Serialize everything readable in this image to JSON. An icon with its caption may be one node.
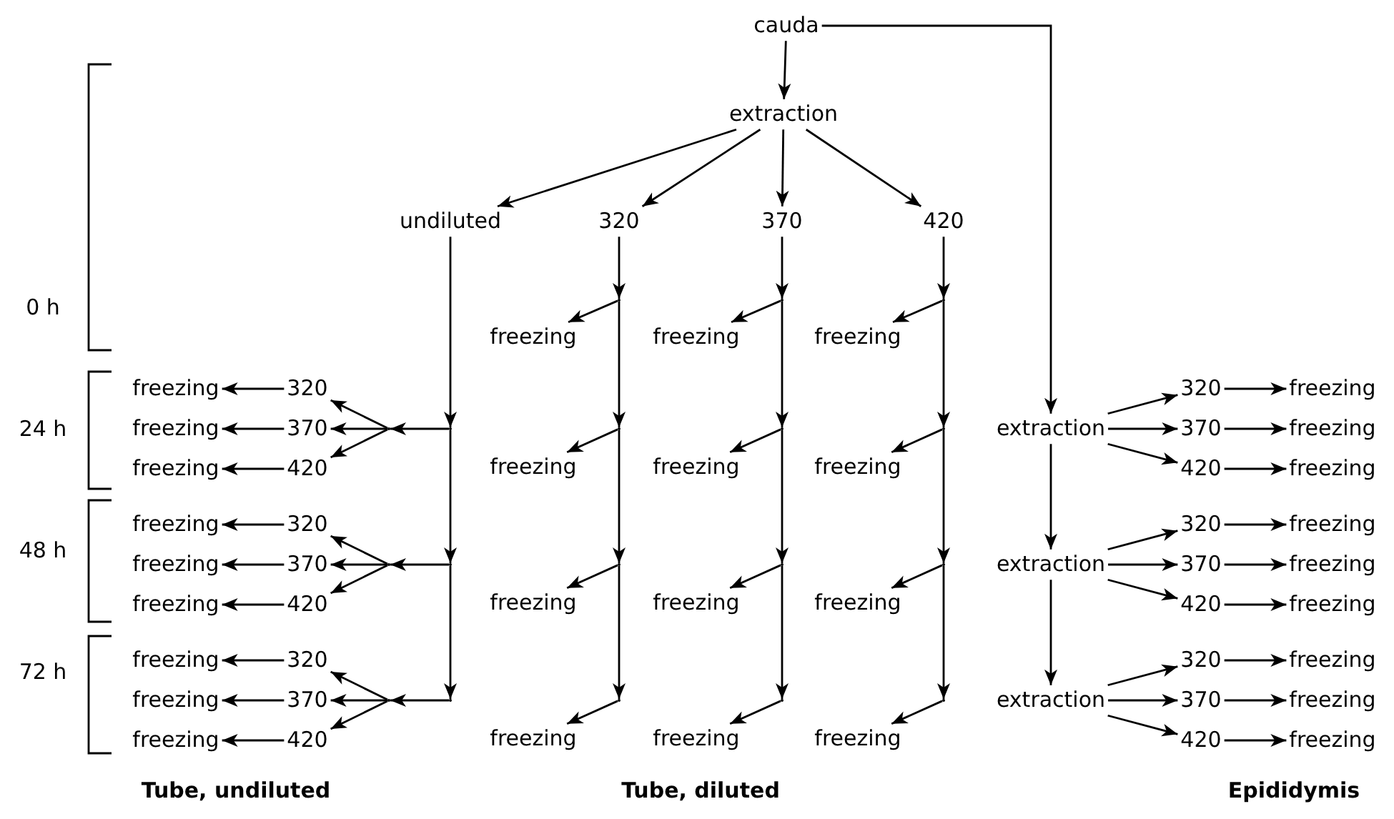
{
  "diagram": {
    "nodes": [
      {
        "text": [
          "cauda"
        ]
      },
      {
        "text": [
          "extraction"
        ]
      },
      {
        "text": [
          "undiluted"
        ]
      },
      {
        "text": [
          "320"
        ]
      },
      {
        "text": [
          "370"
        ]
      },
      {
        "text": [
          "420"
        ]
      },
      {
        "text": [],
        "shape": "point"
      },
      {
        "text": [
          "freezing"
        ]
      },
      {
        "text": [],
        "shape": "point"
      },
      {
        "text": [
          "freezing"
        ]
      },
      {
        "text": [],
        "shape": "point"
      },
      {
        "text": [
          "freezing"
        ]
      },
      {
        "text": [
          "freezing"
        ]
      },
      {
        "text": [
          "320"
        ]
      },
      {
        "text": [
          "freezing"
        ]
      },
      {
        "text": [
          "370"
        ]
      },
      {
        "text": [
          "freezing"
        ]
      },
      {
        "text": [
          "420"
        ]
      },
      {
        "text": [],
        "shape": "point"
      },
      {
        "text": [],
        "shape": "point"
      },
      {
        "text": [],
        "shape": "point"
      },
      {
        "text": [
          "freezing"
        ]
      },
      {
        "text": [],
        "shape": "point"
      },
      {
        "text": [
          "freezing"
        ]
      },
      {
        "text": [],
        "shape": "point"
      },
      {
        "text": [
          "freezing"
        ]
      },
      {
        "text": [
          "extraction"
        ]
      },
      {
        "text": [
          "320"
        ]
      },
      {
        "text": [
          "freezing"
        ]
      },
      {
        "text": [
          "370"
        ]
      },
      {
        "text": [
          "freezing"
        ]
      },
      {
        "text": [
          "420"
        ]
      },
      {
        "text": [
          "freezing"
        ]
      },
      {
        "text": [
          "freezing"
        ]
      },
      {
        "text": [
          "320"
        ]
      },
      {
        "text": [
          "freezing"
        ]
      },
      {
        "text": [
          "370"
        ]
      },
      {
        "text": [
          "freezing"
        ]
      },
      {
        "text": [
          "420"
        ]
      },
      {
        "text": [],
        "shape": "point"
      },
      {
        "text": [],
        "shape": "point"
      },
      {
        "text": [],
        "shape": "point"
      },
      {
        "text": [
          "freezing"
        ]
      },
      {
        "text": [],
        "shape": "point"
      },
      {
        "text": [
          "freezing"
        ]
      },
      {
        "text": [],
        "shape": "point"
      },
      {
        "text": [
          "freezing"
        ]
      },
      {
        "text": [
          "extraction"
        ]
      },
      {
        "text": [
          "320"
        ]
      },
      {
        "text": [
          "freezing"
        ]
      },
      {
        "text": [
          "370"
        ]
      },
      {
        "text": [
          "freezing"
        ]
      },
      {
        "text": [
          "420"
        ]
      },
      {
        "text": [
          "freezing"
        ]
      },
      {
        "text": [
          "freezing"
        ]
      },
      {
        "text": [
          "320"
        ]
      },
      {
        "text": [
          "freezing"
        ]
      },
      {
        "text": [
          "370"
        ]
      },
      {
        "text": [
          "freezing"
        ]
      },
      {
        "text": [
          "420"
        ]
      },
      {
        "text": [],
        "shape": "point"
      },
      {
        "text": [],
        "shape": "point"
      },
      {
        "text": [],
        "shape": "point"
      },
      {
        "text": [
          "freezing"
        ]
      },
      {
        "text": [],
        "shape": "point"
      },
      {
        "text": [
          "freezing"
        ]
      },
      {
        "text": [],
        "shape": "point"
      },
      {
        "text": [
          "freezing"
        ]
      },
      {
        "text": [
          "extraction"
        ]
      },
      {
        "text": [
          "320"
        ]
      },
      {
        "text": [
          "freezing"
        ]
      },
      {
        "text": [
          "370"
        ]
      },
      {
        "text": [
          "freezing"
        ]
      },
      {
        "text": [
          "420"
        ]
      },
      {
        "text": [
          "freezing"
        ]
      }
    ],
    "edges": [
      {
        "from": 0,
        "to": 1,
        "arrow": "to"
      },
      {
        "from": 0,
        "to": 26,
        "arrow": "to"
      },
      {
        "from": 1,
        "to": 2,
        "arrow": "to"
      },
      {
        "from": 1,
        "to": 3,
        "arrow": "to"
      },
      {
        "from": 1,
        "to": 4,
        "arrow": "to"
      },
      {
        "from": 1,
        "to": 5,
        "arrow": "to"
      },
      {
        "from": 3,
        "to": 6,
        "arrow": "to"
      },
      {
        "from": 6,
        "to": 7,
        "arrow": "to"
      },
      {
        "from": 4,
        "to": 8,
        "arrow": "to"
      },
      {
        "from": 8,
        "to": 9,
        "arrow": "to"
      },
      {
        "from": 5,
        "to": 10,
        "arrow": "to"
      },
      {
        "from": 10,
        "to": 11,
        "arrow": "to"
      },
      {
        "from": 2,
        "to": 19,
        "arrow": "to"
      },
      {
        "from": 19,
        "to": 18,
        "arrow": "to"
      },
      {
        "from": 18,
        "to": 13,
        "arrow": "to"
      },
      {
        "from": 18,
        "to": 15,
        "arrow": "to"
      },
      {
        "from": 18,
        "to": 17,
        "arrow": "to"
      },
      {
        "from": 13,
        "to": 12,
        "arrow": "to"
      },
      {
        "from": 15,
        "to": 14,
        "arrow": "to"
      },
      {
        "from": 17,
        "to": 16,
        "arrow": "to"
      },
      {
        "from": 6,
        "to": 20,
        "arrow": "to"
      },
      {
        "from": 20,
        "to": 21,
        "arrow": "to"
      },
      {
        "from": 8,
        "to": 22,
        "arrow": "to"
      },
      {
        "from": 22,
        "to": 23,
        "arrow": "to"
      },
      {
        "from": 10,
        "to": 24,
        "arrow": "to"
      },
      {
        "from": 24,
        "to": 25,
        "arrow": "to"
      },
      {
        "from": 26,
        "to": 27,
        "arrow": "to"
      },
      {
        "from": 26,
        "to": 29,
        "arrow": "to"
      },
      {
        "from": 26,
        "to": 31,
        "arrow": "to"
      },
      {
        "from": 27,
        "to": 28,
        "arrow": "to"
      },
      {
        "from": 29,
        "to": 30,
        "arrow": "to"
      },
      {
        "from": 31,
        "to": 32,
        "arrow": "to"
      },
      {
        "from": 19,
        "to": 40,
        "arrow": "to"
      },
      {
        "from": 40,
        "to": 39,
        "arrow": "to"
      },
      {
        "from": 39,
        "to": 34,
        "arrow": "to"
      },
      {
        "from": 39,
        "to": 36,
        "arrow": "to"
      },
      {
        "from": 39,
        "to": 38,
        "arrow": "to"
      },
      {
        "from": 34,
        "to": 33,
        "arrow": "to"
      },
      {
        "from": 36,
        "to": 35,
        "arrow": "to"
      },
      {
        "from": 38,
        "to": 37,
        "arrow": "to"
      },
      {
        "from": 20,
        "to": 41,
        "arrow": "to"
      },
      {
        "from": 41,
        "to": 42,
        "arrow": "to"
      },
      {
        "from": 22,
        "to": 43,
        "arrow": "to"
      },
      {
        "from": 43,
        "to": 44,
        "arrow": "to"
      },
      {
        "from": 24,
        "to": 45,
        "arrow": "to"
      },
      {
        "from": 45,
        "to": 46,
        "arrow": "to"
      },
      {
        "from": 26,
        "to": 47,
        "arrow": "to"
      },
      {
        "from": 47,
        "to": 48,
        "arrow": "to"
      },
      {
        "from": 47,
        "to": 50,
        "arrow": "to"
      },
      {
        "from": 47,
        "to": 52,
        "arrow": "to"
      },
      {
        "from": 48,
        "to": 49,
        "arrow": "to"
      },
      {
        "from": 50,
        "to": 51,
        "arrow": "to"
      },
      {
        "from": 52,
        "to": 53,
        "arrow": "to"
      },
      {
        "from": 40,
        "to": 61,
        "arrow": "to"
      },
      {
        "from": 61,
        "to": 60,
        "arrow": "to"
      },
      {
        "from": 60,
        "to": 55,
        "arrow": "to"
      },
      {
        "from": 60,
        "to": 57,
        "arrow": "to"
      },
      {
        "from": 60,
        "to": 59,
        "arrow": "to"
      },
      {
        "from": 55,
        "to": 54,
        "arrow": "to"
      },
      {
        "from": 57,
        "to": 56,
        "arrow": "to"
      },
      {
        "from": 59,
        "to": 58,
        "arrow": "to"
      },
      {
        "from": 41,
        "to": 62,
        "arrow": "to"
      },
      {
        "from": 62,
        "to": 63,
        "arrow": "to"
      },
      {
        "from": 43,
        "to": 64,
        "arrow": "to"
      },
      {
        "from": 64,
        "to": 65,
        "arrow": "to"
      },
      {
        "from": 45,
        "to": 66,
        "arrow": "to"
      },
      {
        "from": 66,
        "to": 67,
        "arrow": "to"
      },
      {
        "from": 47,
        "to": 68,
        "arrow": "to"
      },
      {
        "from": 68,
        "to": 69,
        "arrow": "to"
      },
      {
        "from": 68,
        "to": 71,
        "arrow": "to"
      },
      {
        "from": 68,
        "to": 73,
        "arrow": "to"
      },
      {
        "from": 69,
        "to": 70,
        "arrow": "to"
      },
      {
        "from": 71,
        "to": 72,
        "arrow": "to"
      },
      {
        "from": 73,
        "to": 74,
        "arrow": "to"
      }
    ],
    "labels": [
      "0 h",
      "24 h",
      "48 h",
      "72 h",
      "Tube, undiluted",
      "Tube, diluted",
      "Epididymis"
    ]
  }
}
